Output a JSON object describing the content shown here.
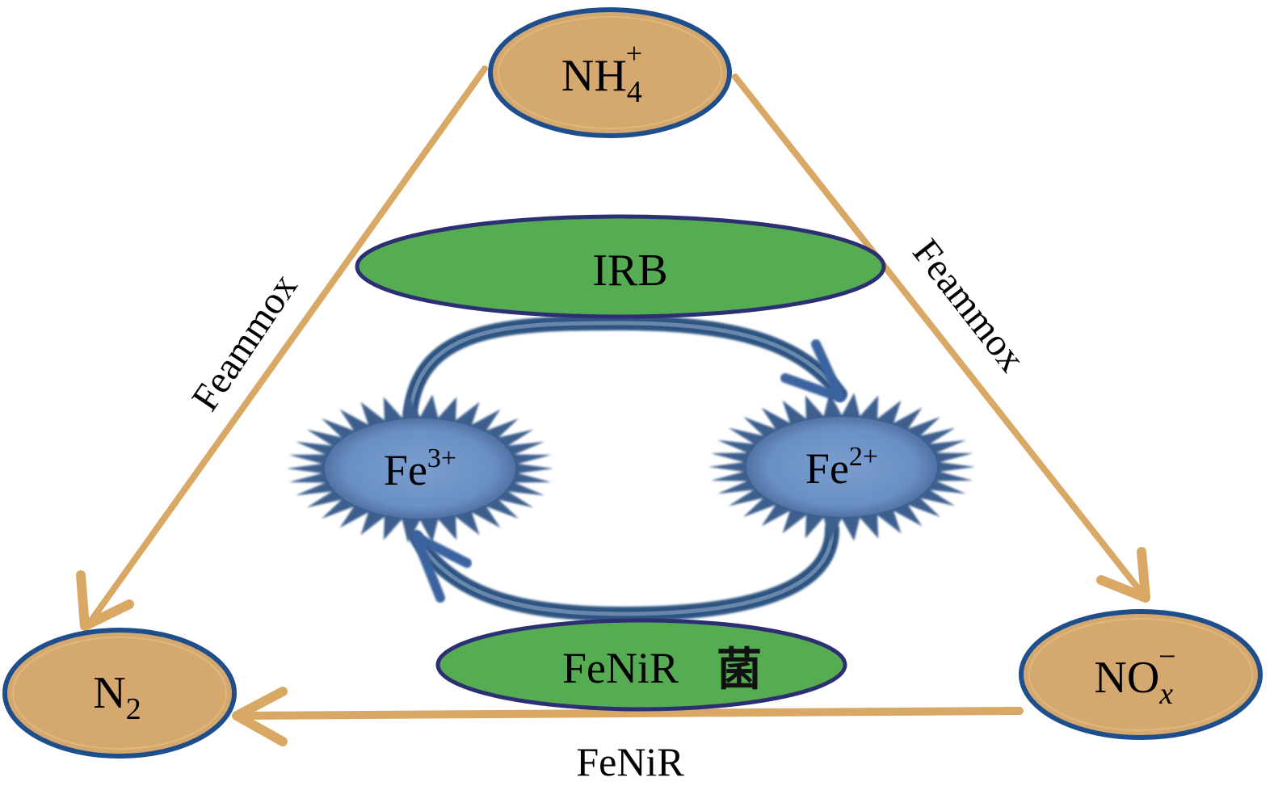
{
  "diagram": {
    "nodes": {
      "ammonium": {
        "base": "NH",
        "sub": "4",
        "sup": "+"
      },
      "nitrogen": {
        "base": "N",
        "sub": "2"
      },
      "nitrogen_oxides": {
        "base": "NO",
        "sub": "x",
        "sup": "−"
      },
      "irb": {
        "label": "IRB"
      },
      "fenir_bacteria": {
        "label": "FeNiR",
        "suffix": "菌"
      },
      "ferric": {
        "base": "Fe",
        "sup": "3+"
      },
      "ferrous": {
        "base": "Fe",
        "sup": "2+"
      }
    },
    "edges": {
      "left_edge_label": "Feammox",
      "right_edge_label": "Feammox",
      "bottom_edge_label": "FeNiR"
    },
    "colors": {
      "tan_fill": "#d4a86e",
      "tan_stroke": "#1f4e8c",
      "arrow_tan": "#d9a865",
      "green_fill": "#55ac52",
      "green_stroke": "#2d2f73",
      "iron_fill": "#6f93c6",
      "iron_spike": "#3d5f8e",
      "cycle_arrow": "#2f5582"
    }
  }
}
